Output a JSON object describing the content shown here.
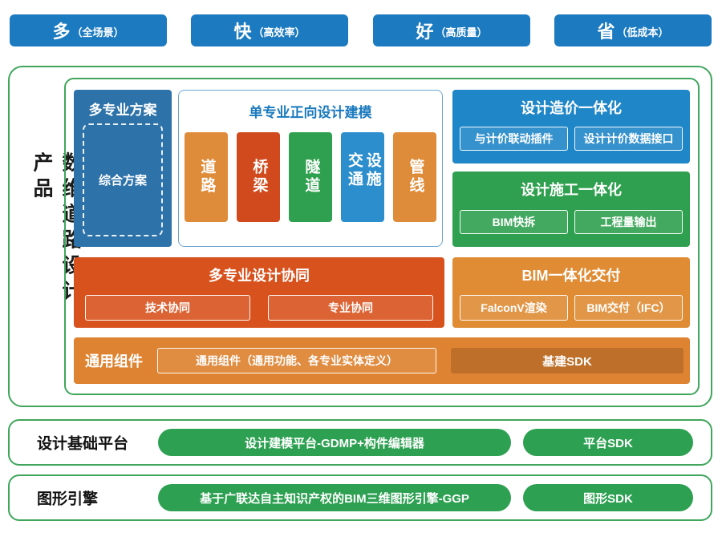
{
  "top_banners": [
    {
      "big": "多",
      "small": "（全场景）"
    },
    {
      "big": "快",
      "small": "（高效率）"
    },
    {
      "big": "好",
      "small": "（高质量）"
    },
    {
      "big": "省",
      "small": "（低成本）"
    }
  ],
  "product": {
    "side_title": "数维道路设计产品",
    "multi_scheme": {
      "title": "多专业方案",
      "item": "综合方案"
    },
    "forward_design": {
      "title": "单专业正向设计建模",
      "pillars": [
        "道路",
        "桥梁",
        "隧道",
        "交通设施",
        "管线"
      ]
    },
    "design_cost": {
      "title": "设计造价一体化",
      "items": [
        "与计价联动插件",
        "设计计价数据接口"
      ]
    },
    "design_construction": {
      "title": "设计施工一体化",
      "items": [
        "BIM快拆",
        "工程量输出"
      ]
    },
    "multi_collab": {
      "title": "多专业设计协同",
      "items": [
        "技术协同",
        "专业协同"
      ]
    },
    "bim_delivery": {
      "title": "BIM一体化交付",
      "items": [
        "FalconV渲染",
        "BIM交付（IFC）"
      ]
    },
    "common_components": {
      "label": "通用组件",
      "item": "通用组件（通用功能、各专业实体定义）",
      "sdk": "基建SDK"
    }
  },
  "platform_rows": [
    {
      "label": "设计基础平台",
      "main": "设计建模平台-GDMP+构件编辑器",
      "sdk": "平台SDK"
    },
    {
      "label": "图形引擎",
      "main": "基于广联达自主知识产权的BIM三维图形引擎-GGP",
      "sdk": "图形SDK"
    }
  ],
  "colors": {
    "banner_blue": "#1b7ac0",
    "scheme_blue": "#2d72a9",
    "forward_title_blue": "#1a7abf",
    "pillar_orange": "#df8c3a",
    "pillar_red": "#d14a1e",
    "pillar_green": "#2fa04f",
    "pillar_blue": "#2c8ecd",
    "cost_blue": "#1f86c8",
    "construction_green": "#2fa04f",
    "collab_red": "#d8521d",
    "delivery_orange": "#df8c34",
    "components_orange": "#de8331",
    "platform_green": "#2da052",
    "outline_green": "#3fa65c"
  }
}
